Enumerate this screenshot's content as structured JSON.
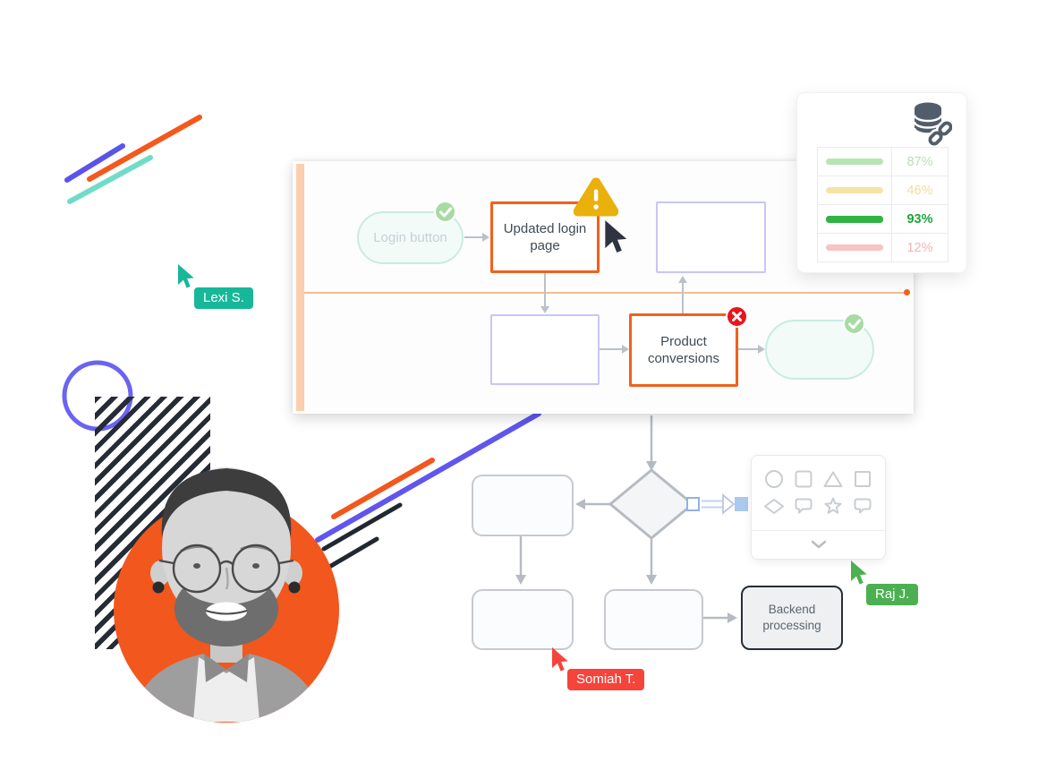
{
  "scene": {
    "description": "Collaborative flowchart editor with live cursors"
  },
  "canvas": {
    "nodes": {
      "login": {
        "label": "Login button",
        "status_icon": "check-icon"
      },
      "updated": {
        "label": "Updated login page",
        "status_icon": "warning-icon"
      },
      "empty_top": {
        "label": ""
      },
      "empty_left": {
        "label": ""
      },
      "product": {
        "label": "Product conversions",
        "status_icon": "x-icon"
      },
      "end_pill": {
        "label": "",
        "status_icon": "check-icon"
      }
    }
  },
  "stats_card": {
    "icon": "database-link-icon",
    "rows": [
      {
        "value": "87%",
        "bar_color": "#b9e4b4",
        "highlight": false
      },
      {
        "value": "46%",
        "bar_color": "#f6e4a4",
        "highlight": false
      },
      {
        "value": "93%",
        "bar_color": "#2fb344",
        "highlight": true
      },
      {
        "value": "12%",
        "bar_color": "#f8c3c3",
        "highlight": false
      }
    ]
  },
  "collaborators": [
    {
      "name": "Lexi S.",
      "color": "#17b79a"
    },
    {
      "name": "Raj J.",
      "color": "#4cb052"
    },
    {
      "name": "Somiah T.",
      "color": "#f4443c"
    }
  ],
  "lower_flow": {
    "backend": {
      "label": "Backend processing"
    }
  },
  "shape_palette": {
    "shapes": [
      "circle",
      "square",
      "triangle",
      "square",
      "diamond",
      "speech-bubble",
      "star",
      "speech-bubble"
    ],
    "expander": "chevron-down-icon"
  },
  "colors": {
    "accent_orange": "#f2601c",
    "decor_orange": "#f2571d",
    "decor_purple": "#6056ee",
    "decor_teal": "#70dcc8",
    "warning_yellow": "#eab00b",
    "success_green": "#a8dba4",
    "error_red": "#e8151d",
    "connector_gray": "#b6bbc1"
  }
}
